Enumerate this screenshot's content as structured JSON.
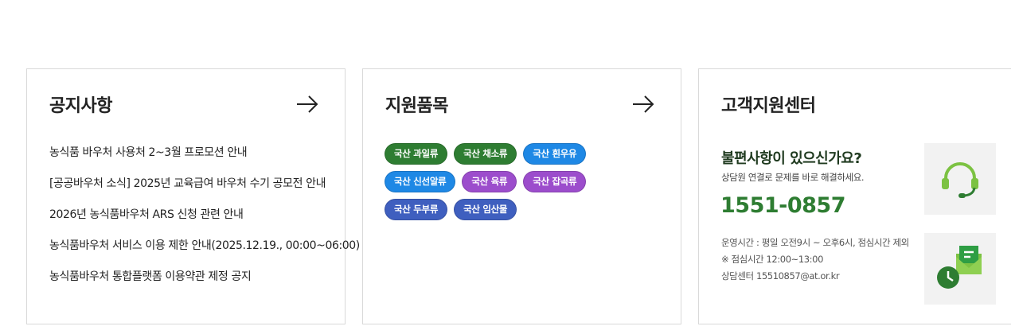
{
  "notice": {
    "title": "공지사항",
    "items": [
      "농식품 바우처 사용처 2~3월 프로모션 안내",
      "[공공바우처 소식] 2025년 교육급여 바우처 수기 공모전 안내",
      "2026년 농식품바우처 ARS 신청 관련 안내",
      "농식품바우처 서비스 이용 제한 안내(2025.12.19., 00:00~06:00)",
      "농식품바우처 통합플랫폼 이용약관 제정 공지"
    ]
  },
  "items": {
    "title": "지원품목",
    "chips": [
      {
        "label": "국산 과일류",
        "color": "#2e7d32"
      },
      {
        "label": "국산 채소류",
        "color": "#2e7d32"
      },
      {
        "label": "국산 흰우유",
        "color": "#1e88e5"
      },
      {
        "label": "국산 신선알류",
        "color": "#1e88e5"
      },
      {
        "label": "국산 육류",
        "color": "#9c4dcc"
      },
      {
        "label": "국산 잡곡류",
        "color": "#9c4dcc"
      },
      {
        "label": "국산 두부류",
        "color": "#3f5fbf"
      },
      {
        "label": "국산 임산물",
        "color": "#3f5fbf"
      }
    ]
  },
  "support": {
    "title": "고객지원센터",
    "question": "불편사항이 있으신가요?",
    "subtitle": "상담원 연결로 문제를 바로 해결하세요.",
    "phone": "1551-0857",
    "hours": "운영시간 : 평일 오전9시 ~ 오후6시, 점심시간 제외",
    "lunch": "※ 점심시간 12:00~13:00",
    "email": "상담센터 15510857@at.or.kr",
    "icons": {
      "headset": "headset-icon",
      "mail": "mail-clock-icon"
    },
    "accent": "#2e7d32"
  }
}
